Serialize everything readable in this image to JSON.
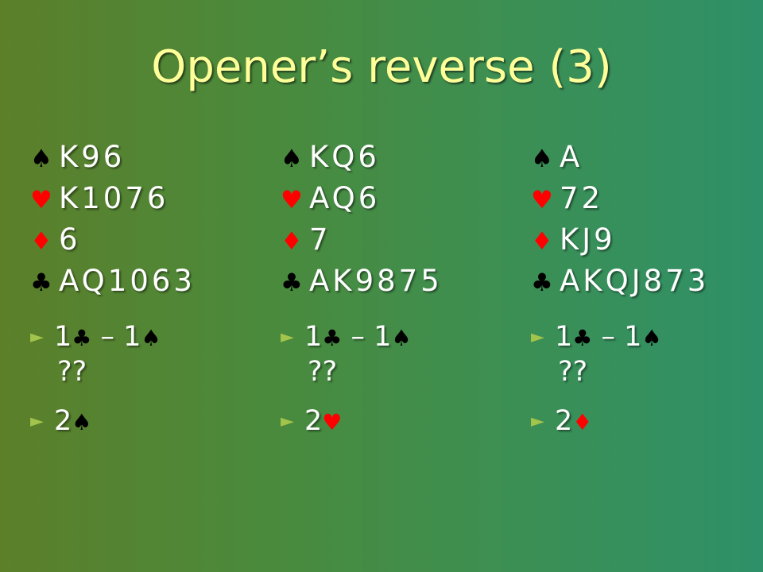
{
  "title": "Opener’s reverse (3)",
  "colors": {
    "background_left": "#5c7f2a",
    "background_right": "#2e9068",
    "title": "#ffff99",
    "red_suit": "#ff0000",
    "black_suit": "#000000",
    "bullet": "#a3c44a"
  },
  "symbols": {
    "spade": "♠",
    "heart": "♥",
    "diamond": "♦",
    "club": "♣",
    "bullet": "►"
  },
  "hands": [
    {
      "spades": "K96",
      "hearts": "K1076",
      "diamonds": "6",
      "clubs": "AQ1063",
      "auction_open": "1",
      "auction_dash": " – ",
      "auction_resp": "1",
      "question": "??",
      "answer_level": "2",
      "answer_suit": "♠"
    },
    {
      "spades": "KQ6",
      "hearts": "AQ6",
      "diamonds": "7",
      "clubs": "AK9875",
      "auction_open": "1",
      "auction_dash": " – ",
      "auction_resp": "1",
      "question": "??",
      "answer_level": "2",
      "answer_suit": "♥"
    },
    {
      "spades": "A",
      "hearts": "72",
      "diamonds": "KJ9",
      "clubs": "AKQJ873",
      "auction_open": "1",
      "auction_dash": " – ",
      "auction_resp": "1",
      "question": "??",
      "answer_level": "2",
      "answer_suit": "♦"
    }
  ]
}
